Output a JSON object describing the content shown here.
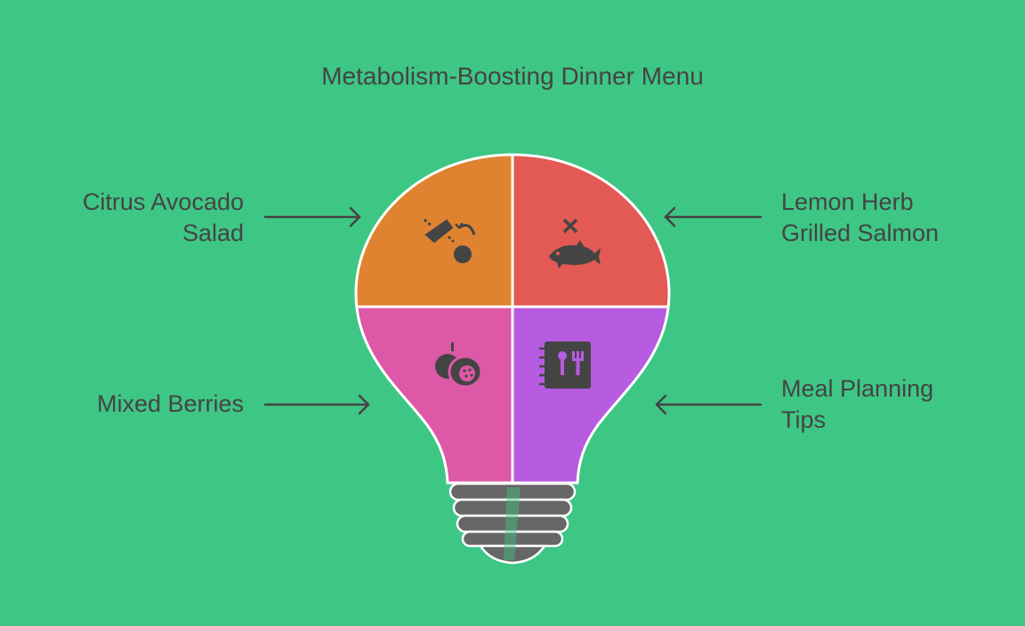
{
  "title": "Metabolism-Boosting Dinner Menu",
  "items": [
    {
      "label_line1": "Citrus Avocado",
      "label_line2": "Salad",
      "icon": "avocado-icon",
      "color": "#DF8330"
    },
    {
      "label_line1": "Lemon Herb",
      "label_line2": "Grilled Salmon",
      "icon": "fish-icon",
      "color": "#E35954"
    },
    {
      "label_line1": "Mixed Berries",
      "label_line2": "",
      "icon": "fruit-icon",
      "color": "#DD59A7"
    },
    {
      "label_line1": "Meal Planning",
      "label_line2": "Tips",
      "icon": "menu-book-icon",
      "color": "#B75BE1"
    }
  ],
  "colors": {
    "background": "#3EC684",
    "text": "#444444",
    "base": "#666666"
  }
}
